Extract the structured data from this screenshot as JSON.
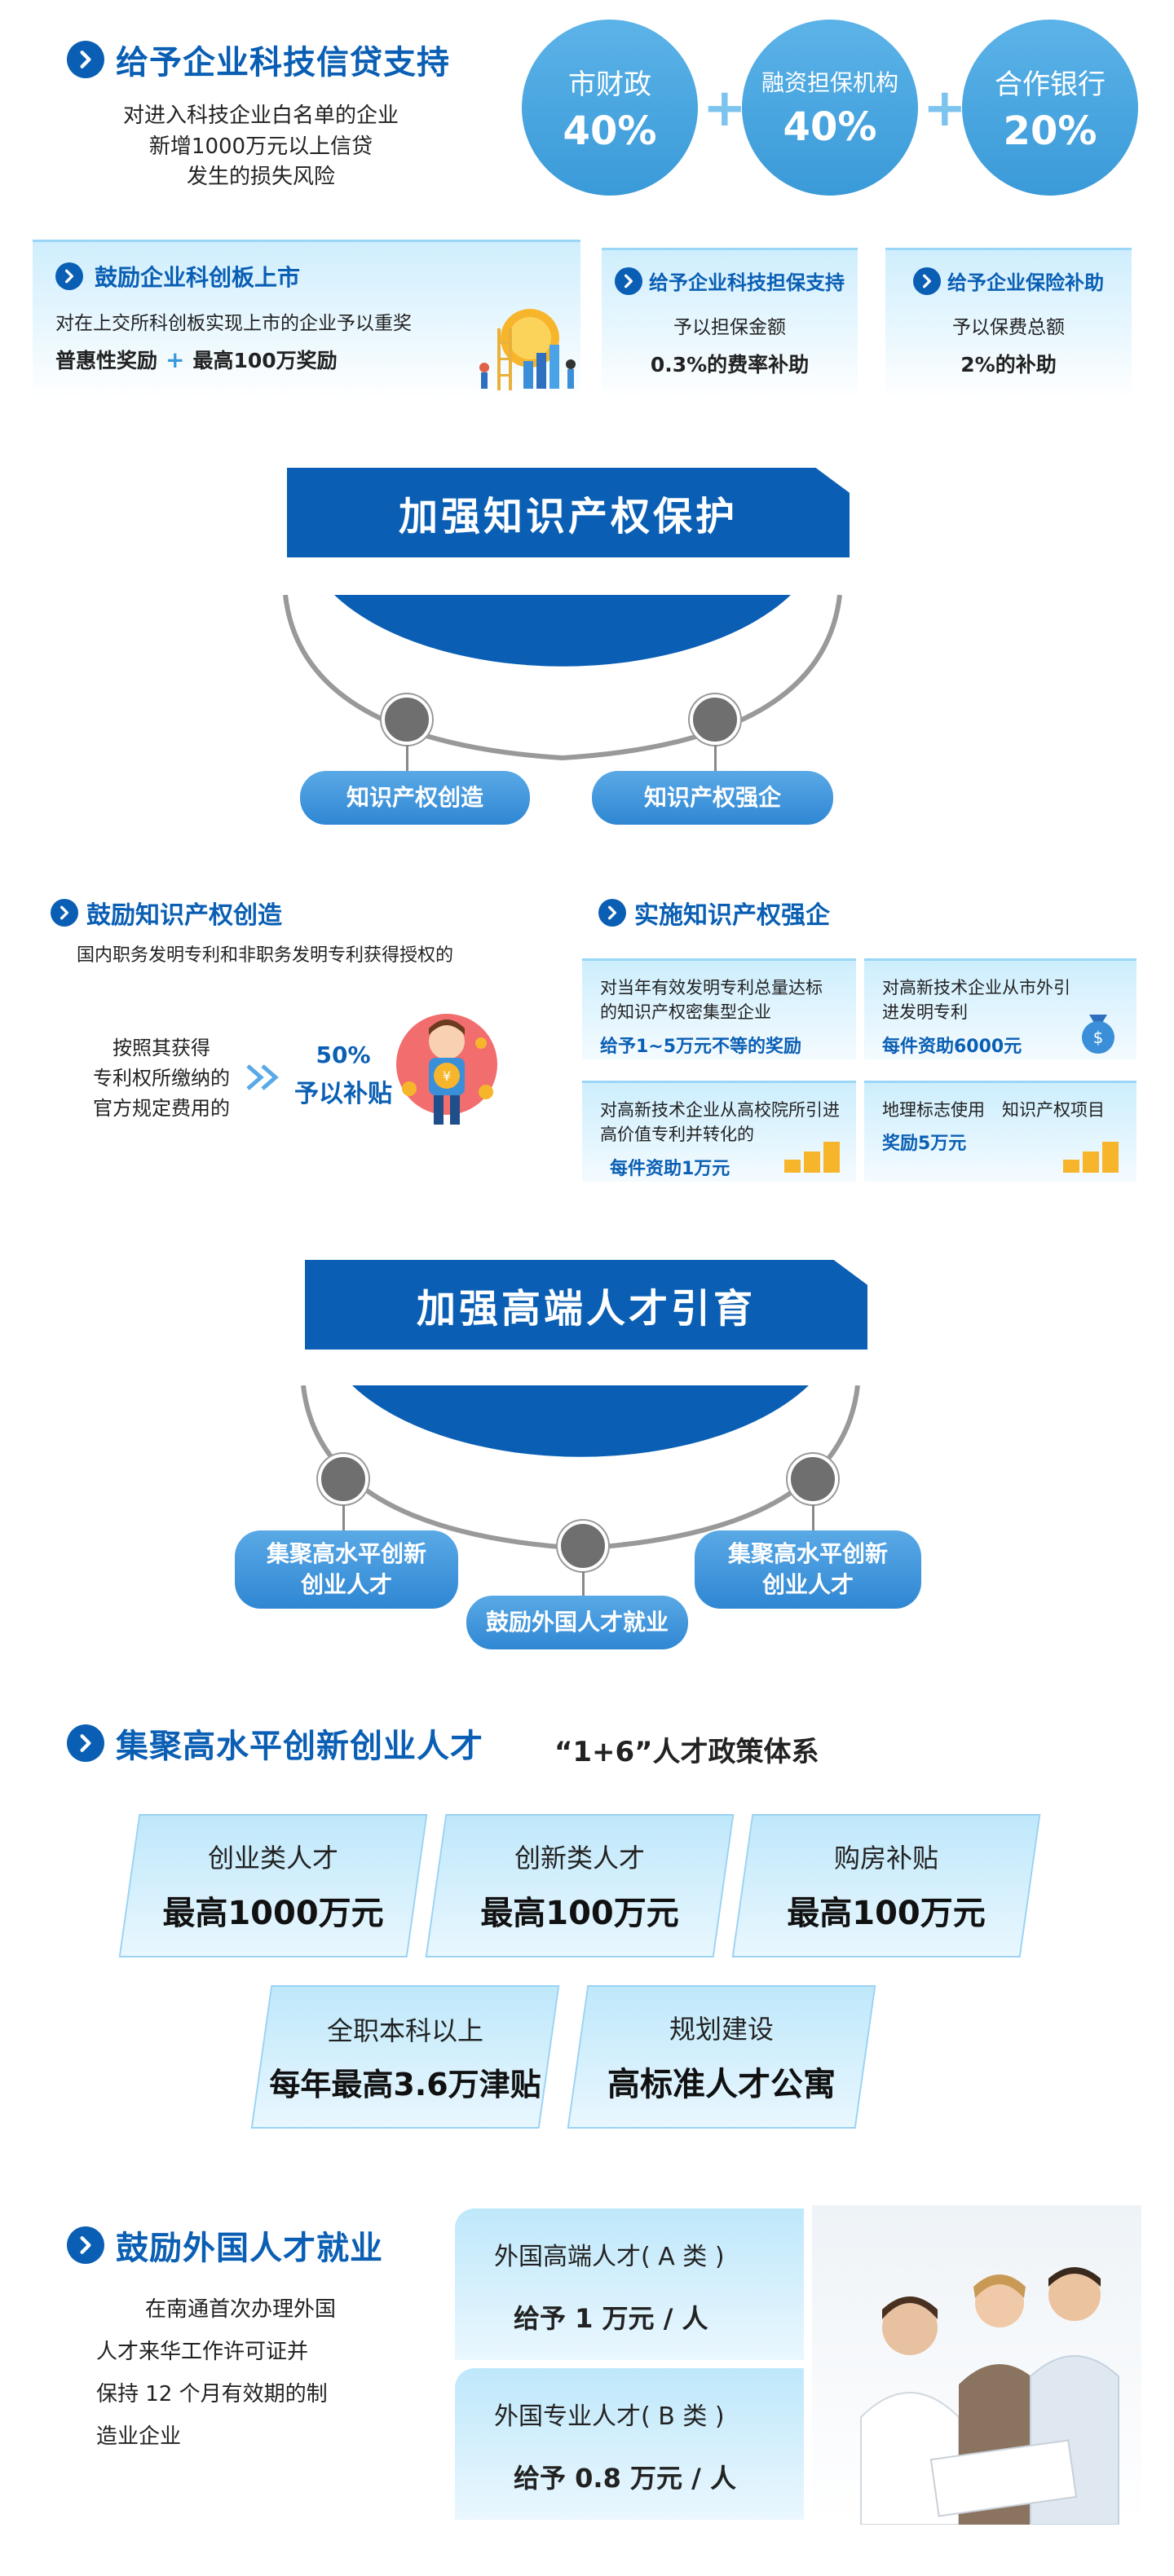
{
  "sec1": {
    "title": "给予企业科技信贷支持",
    "desc": [
      "对进入科技企业白名单的企业",
      "新增1000万元以上信贷",
      "发生的损失风险"
    ],
    "circles": [
      {
        "label": "市财政",
        "value": "40%"
      },
      {
        "label": "融资担保机构",
        "value": "40%"
      },
      {
        "label": "合作银行",
        "value": "20%"
      }
    ]
  },
  "kcb": {
    "title": "鼓励企业科创板上市",
    "line1": "对在上交所科创板实现上市的企业予以重奖",
    "reward1": "普惠性奖励",
    "reward2": "最高100万奖励"
  },
  "guarantee": {
    "title": "给予企业科技担保支持",
    "line1": "予以担保金额",
    "line2": "0.3%的费率补助"
  },
  "insurance": {
    "title": "给予企业保险补助",
    "line1": "予以保费总额",
    "line2": "2%的补助"
  },
  "ip": {
    "banner": "加强知识产权保护",
    "pills": [
      "知识产权创造",
      "知识产权强企"
    ],
    "create": {
      "title": "鼓励知识产权创造",
      "line1": "国内职务发明专利和非职务发明专利获得授权的",
      "desc": [
        "按照其获得",
        "专利权所缴纳的",
        "官方规定费用的"
      ],
      "pct": "50%",
      "pct_label": "予以补贴"
    },
    "strong": {
      "title": "实施知识产权强企",
      "boxes": [
        {
          "a": "对当年有效发明专利总量达标的知识产权密集型企业",
          "b": "给予1~5万元不等的奖励"
        },
        {
          "a": "对高新技术企业从市外引进发明专利",
          "b": "每件资助6000元"
        },
        {
          "a": "对高新技术企业从高校院所引进高价值专利并转化的",
          "b": "每件资助1万元"
        },
        {
          "a": "地理标志使用　知识产权项目",
          "b": "奖励5万元"
        }
      ]
    }
  },
  "talent": {
    "banner": "加强高端人才引育",
    "pills": [
      "集聚高水平创新创业人才",
      "鼓励外国人才就业",
      "集聚高水平创新创业人才"
    ],
    "sec_title": "集聚高水平创新创业人才",
    "sub_title": "“1+6”人才政策体系",
    "boxes": [
      {
        "a": "创业类人才",
        "b": "最高1000万元"
      },
      {
        "a": "创新类人才",
        "b": "最高100万元"
      },
      {
        "a": "购房补贴",
        "b": "最高100万元"
      },
      {
        "a": "全职本科以上",
        "b": "每年最高3.6万津贴"
      },
      {
        "a": "规划建设",
        "b": "高标准人才公寓"
      }
    ]
  },
  "foreign": {
    "title": "鼓励外国人才就业",
    "desc": [
      "在南通首次办理外国",
      "人才来华工作许可证并",
      "保持 12 个月有效期的制",
      "造业企业"
    ],
    "a_label": "外国高端人才( A 类 )",
    "a_value": "给予 1 万元 / 人",
    "b_label": "外国专业人才( B 类 )",
    "b_value": "给予 0.8 万元 / 人"
  }
}
